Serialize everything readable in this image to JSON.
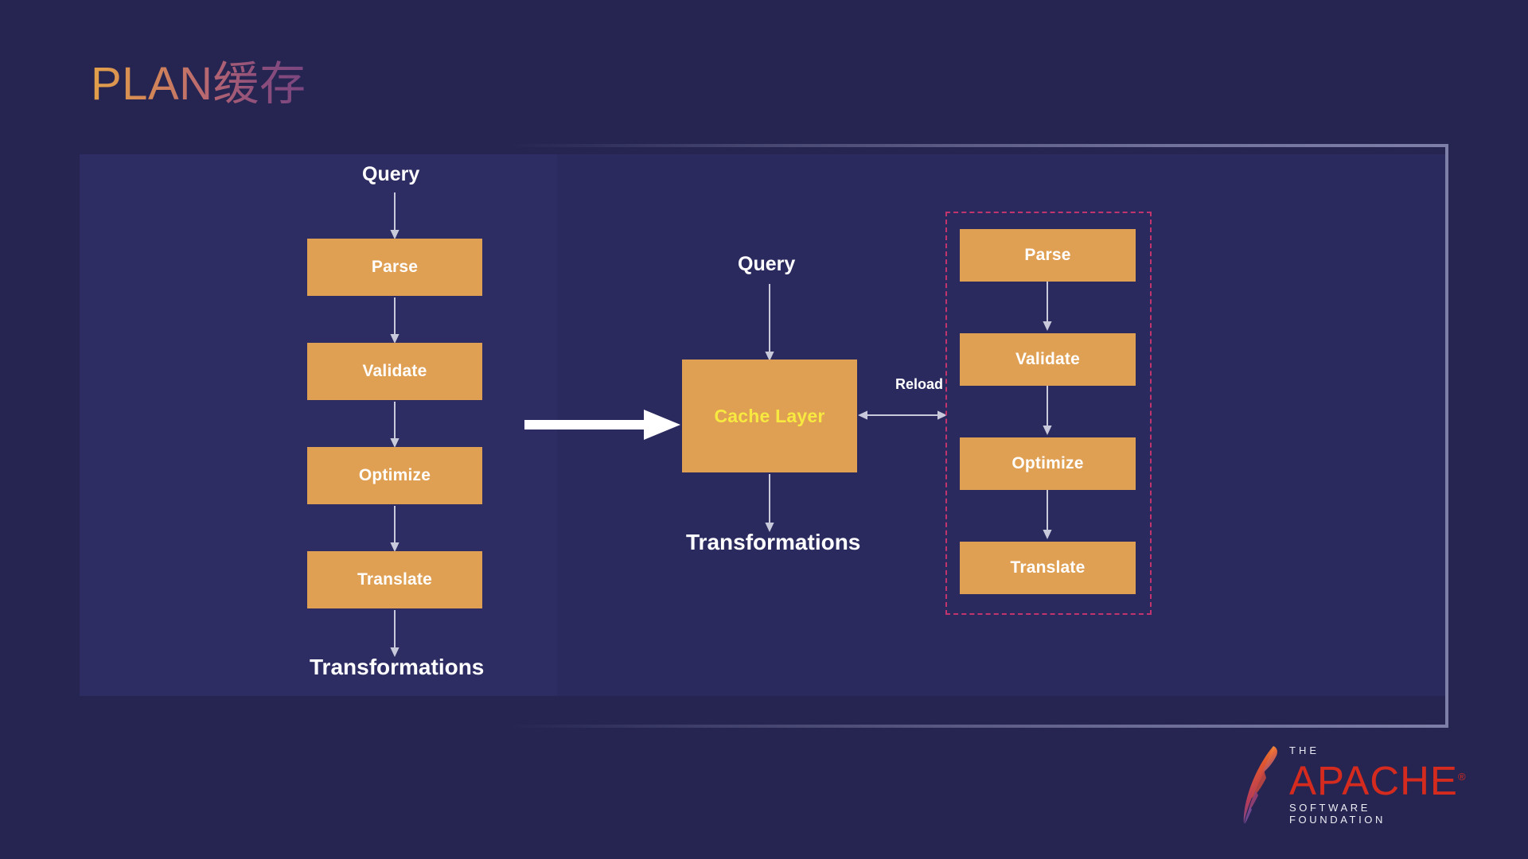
{
  "slide": {
    "title": "PLAN缓存",
    "title_gradient": [
      "#E2A14A",
      "#7A4680"
    ],
    "background_color": "#262552",
    "panel_color": "#2E2D63",
    "frame_color": "#7E7FA8"
  },
  "colors": {
    "box_fill": "#E0A054",
    "box_text": "#FFFFFF",
    "cache_text": "#F7E93F",
    "dashed_border": "#C2346E",
    "arrow": "#C9C9DC",
    "big_arrow": "#FFFFFF"
  },
  "left_flow": {
    "input_label": "Query",
    "output_label": "Transformations",
    "steps": [
      {
        "label": "Parse"
      },
      {
        "label": "Validate"
      },
      {
        "label": "Optimize"
      },
      {
        "label": "Translate"
      }
    ]
  },
  "middle_flow": {
    "input_label": "Query",
    "output_label": "Transformations",
    "cache_label": "Cache Layer"
  },
  "connector": {
    "reload_label": "Reload"
  },
  "right_flow": {
    "steps": [
      {
        "label": "Parse"
      },
      {
        "label": "Validate"
      },
      {
        "label": "Optimize"
      },
      {
        "label": "Translate"
      }
    ]
  },
  "logo": {
    "the": "THE",
    "name": "APACHE",
    "registered": "®",
    "foundation": "SOFTWARE FOUNDATION",
    "name_color": "#D52B1E"
  }
}
